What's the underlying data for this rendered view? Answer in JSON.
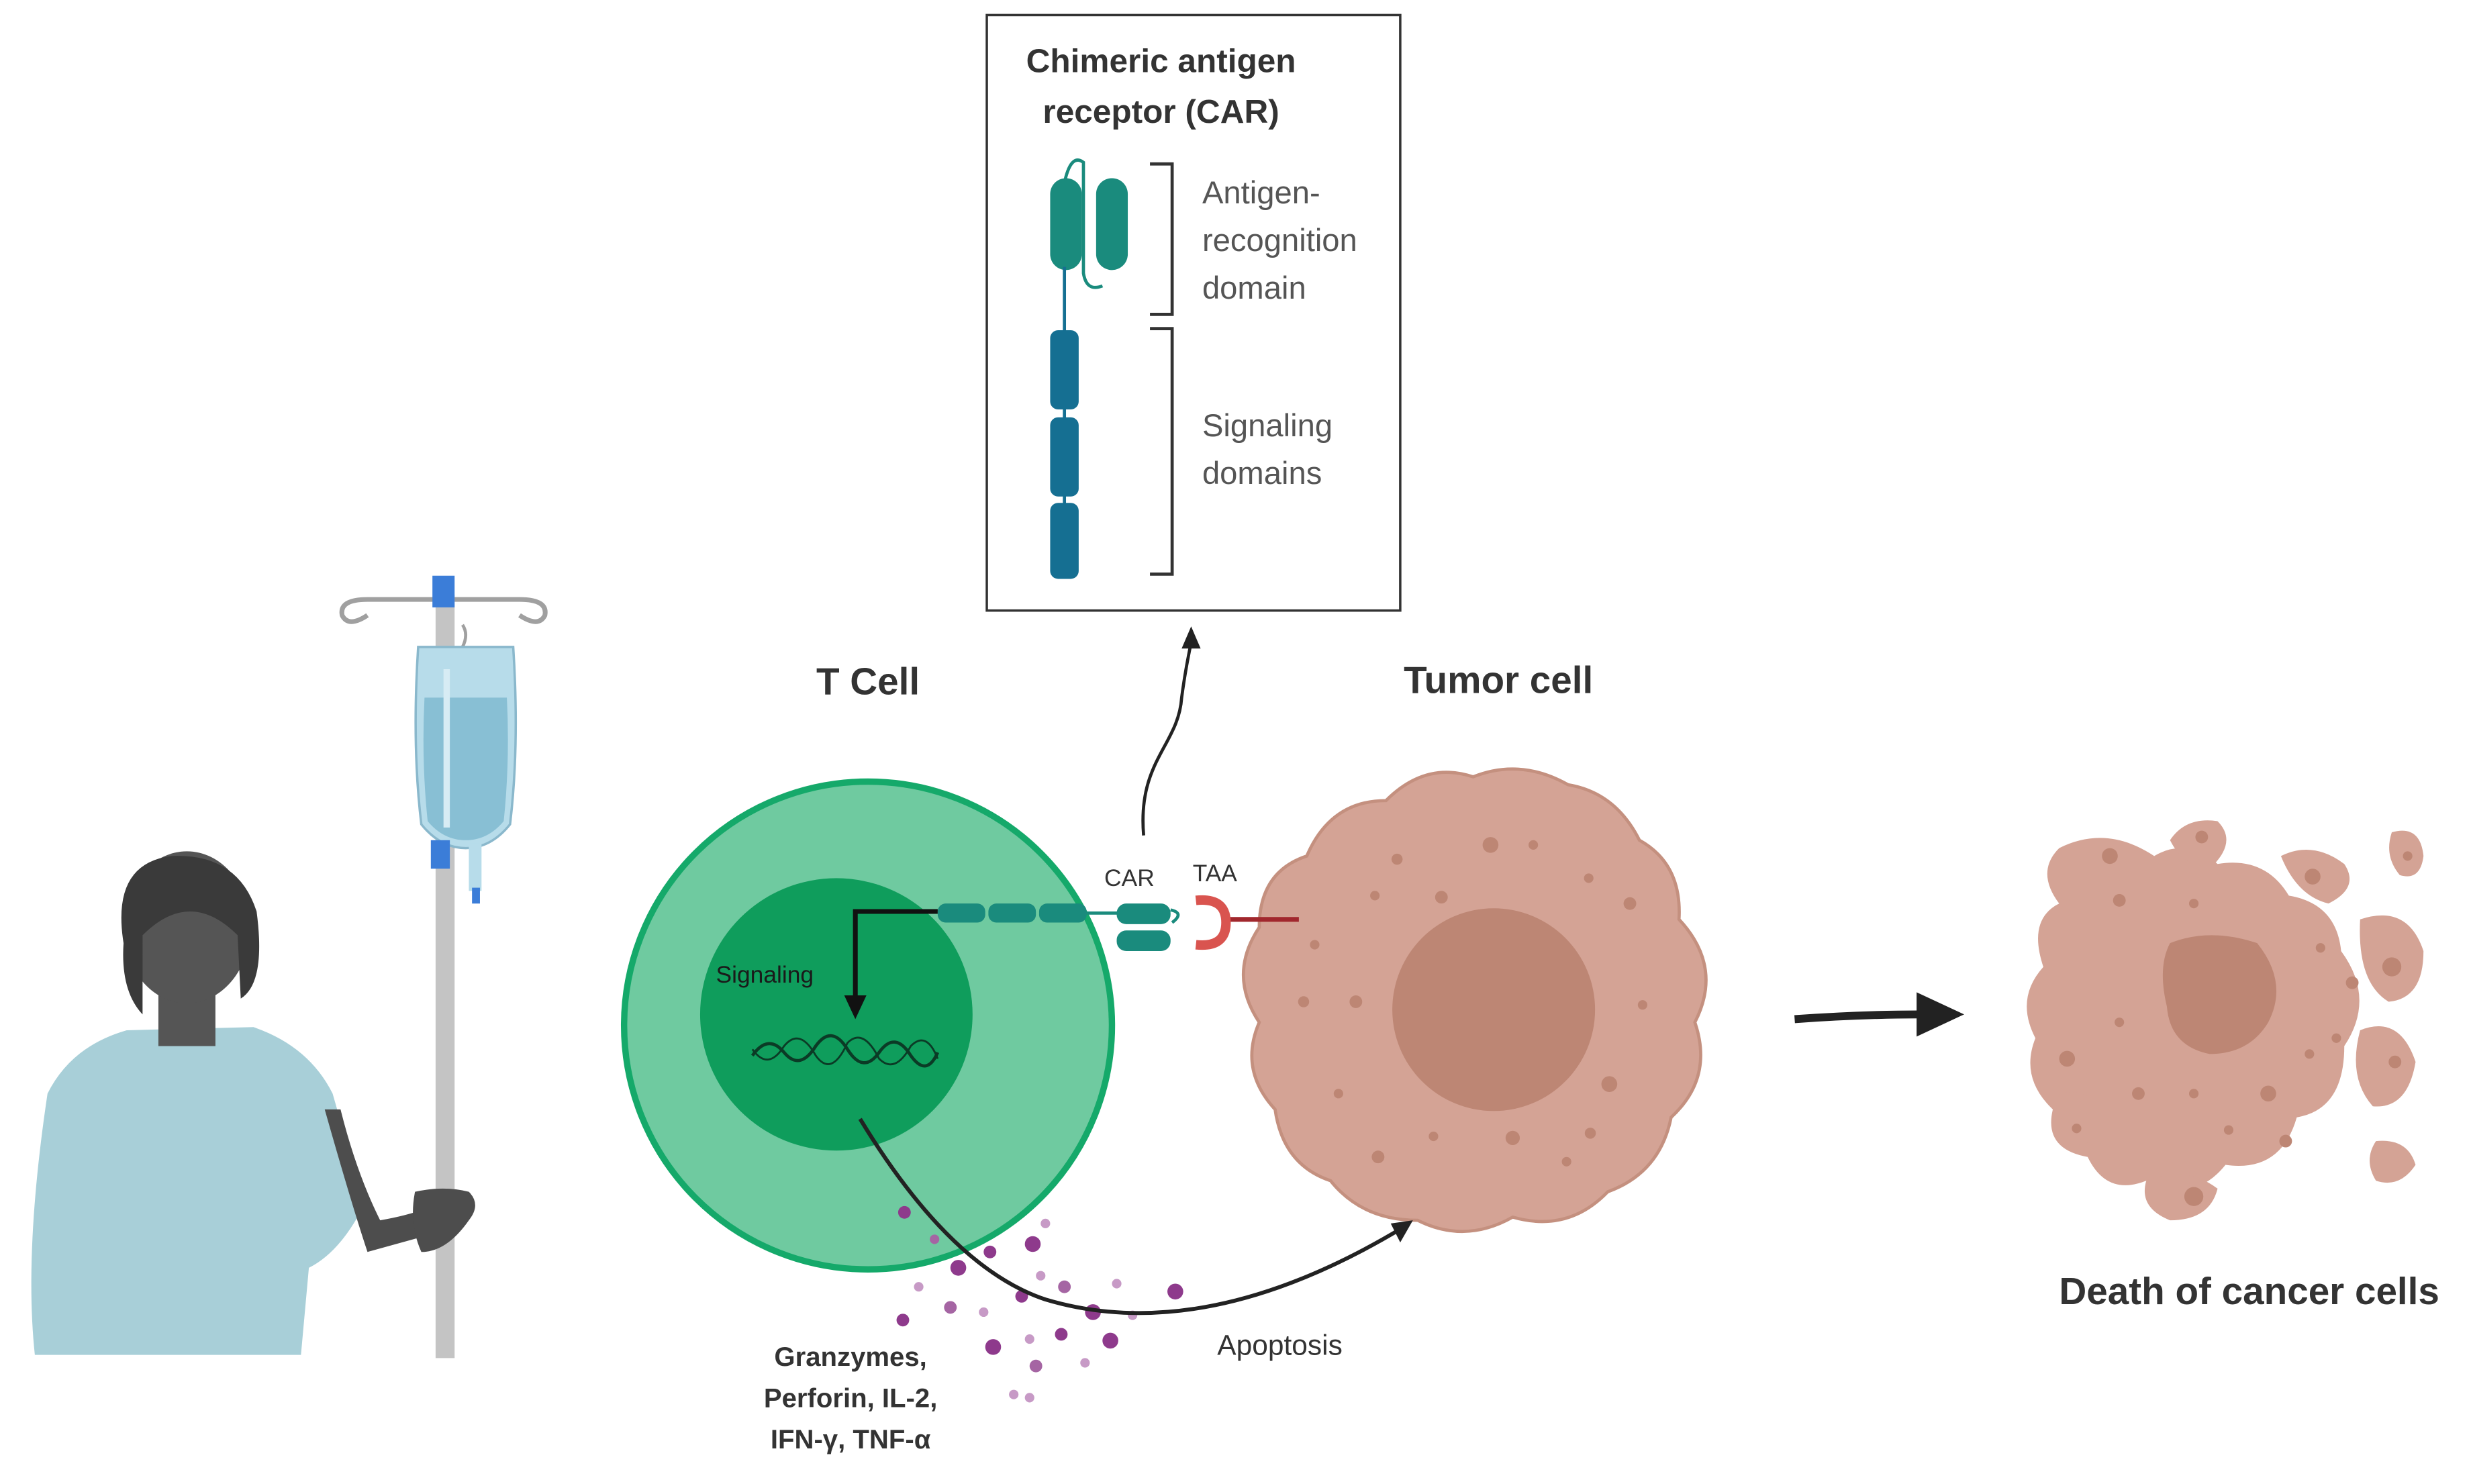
{
  "car_box": {
    "title_line1": "Chimeric antigen",
    "title_line2": "receptor (CAR)",
    "antigen_label_line1": "Antigen-",
    "antigen_label_line2": "recognition",
    "antigen_label_line3": "domain",
    "signaling_label_line1": "Signaling",
    "signaling_label_line2": "domains"
  },
  "labels": {
    "t_cell": "T Cell",
    "tumor_cell": "Tumor cell",
    "car": "CAR",
    "taa": "TAA",
    "signaling": "Signaling",
    "apoptosis": "Apoptosis",
    "cytokines_line1": "Granzymes,",
    "cytokines_line2": "Perforin, IL-2,",
    "cytokines_line3": "IFN-γ, TNF-α",
    "death": "Death of cancer cells"
  },
  "colors": {
    "t_cell_outer": "#6fcaa0",
    "t_cell_nucleus": "#0f9d5c",
    "tumor": "#d4a395",
    "tumor_nucleus": "#bd8674",
    "car_teal": "#1a8b7d",
    "car_blue": "#156f92",
    "taa_red": "#d9544f",
    "granule_purple": "#8e3a8c",
    "gown": "#a8cfd8"
  }
}
